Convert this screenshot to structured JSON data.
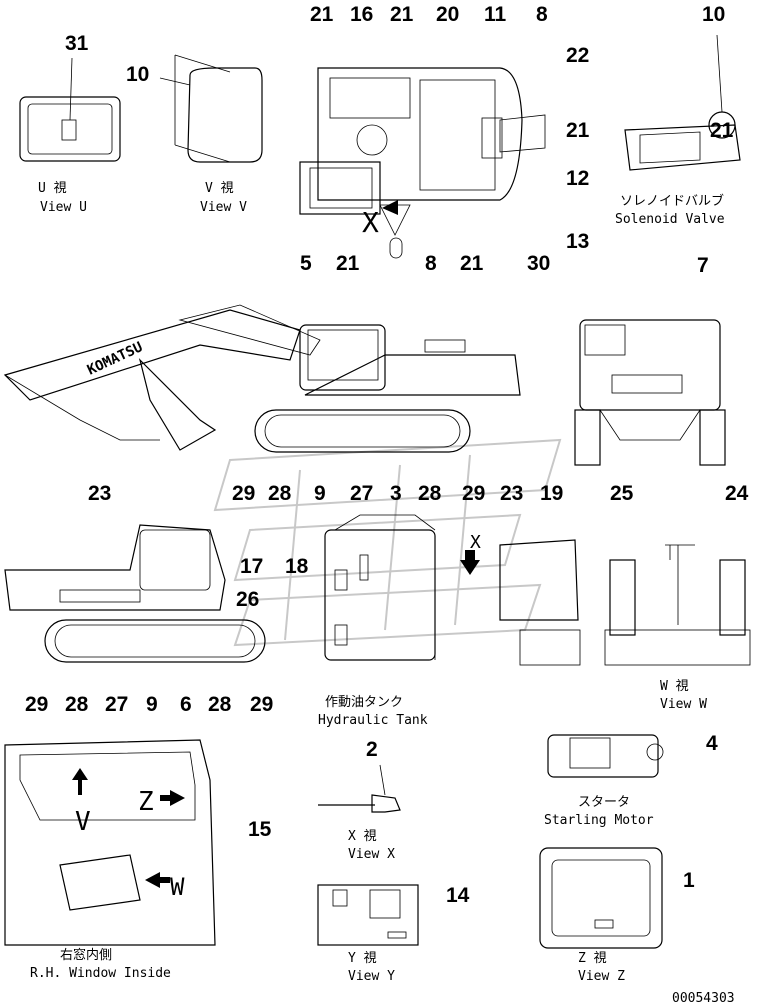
{
  "document_id": "00054303",
  "callouts": [
    "31",
    "10",
    "21",
    "16",
    "21",
    "20",
    "11",
    "8",
    "22",
    "21",
    "12",
    "13",
    "30",
    "21",
    "8",
    "21",
    "5",
    "10",
    "21",
    "7",
    "3",
    "19",
    "25",
    "24",
    "23",
    "17",
    "18",
    "26",
    "29",
    "28",
    "9",
    "27",
    "28",
    "29",
    "23",
    "29",
    "28",
    "27",
    "9",
    "6",
    "28",
    "29",
    "2",
    "4",
    "15",
    "14",
    "1"
  ],
  "views": {
    "view_u": {
      "jp": "U 視",
      "en": "View U"
    },
    "view_v": {
      "jp": "V 視",
      "en": "View V"
    },
    "solenoid": {
      "jp": "ソレノイドバルブ",
      "en": "Solenoid Valve"
    },
    "hydraulic": {
      "jp": "作動油タンク",
      "en": "Hydraulic Tank"
    },
    "view_w": {
      "jp": "W 視",
      "en": "View W"
    },
    "view_x": {
      "jp": "X 視",
      "en": "View X"
    },
    "starter": {
      "jp": "スタータ",
      "en": "Starling Motor"
    },
    "window": {
      "jp": "右窓内側",
      "en": "R.H. Window Inside"
    },
    "view_y": {
      "jp": "Y 視",
      "en": "View Y"
    },
    "view_z": {
      "jp": "Z 視",
      "en": "View Z"
    }
  },
  "letters": {
    "x": "X",
    "v": "V",
    "z": "Z",
    "w": "W"
  },
  "brand": "KOMATSU"
}
